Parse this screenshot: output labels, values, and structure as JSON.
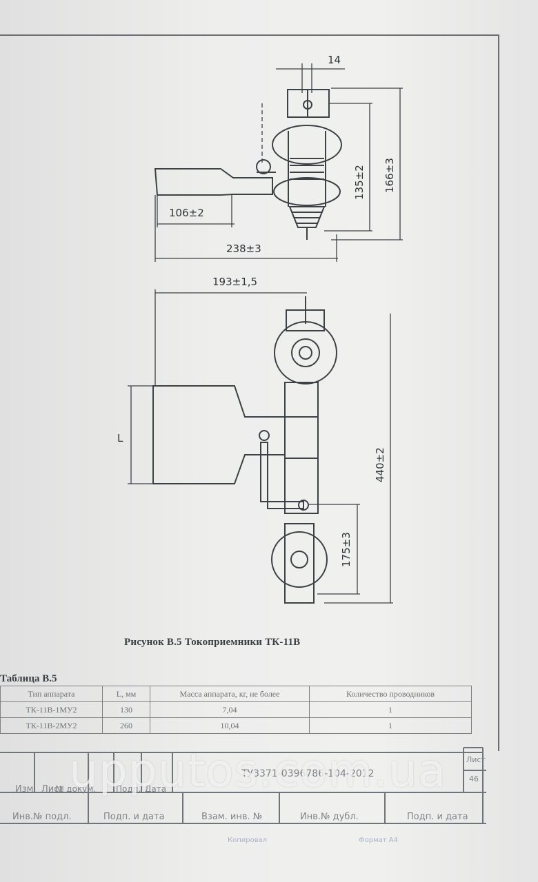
{
  "drawing": {
    "dimensions": {
      "d14": "14",
      "d166": "166±3",
      "d135": "135±2",
      "d106": "106±2",
      "d238": "238±3",
      "d193": "193±1,5",
      "dL": "L",
      "d440": "440±2",
      "d175": "175±3"
    },
    "caption": "Рисунок В.5 Токоприемники ТК-11В"
  },
  "table": {
    "title": "Таблица В.5",
    "headers": [
      "Тип аппарата",
      "L, мм",
      "Масса аппарата, кг, не более",
      "Количество проводников"
    ],
    "rows": [
      [
        "ТК-11В-1МУ2",
        "130",
        "7,04",
        "1"
      ],
      [
        "ТК-11В-2МУ2",
        "260",
        "10,04",
        "1"
      ]
    ]
  },
  "title_block": {
    "doc_code": "ТУ3371-0396786-104-2012",
    "sheet_label": "Лист",
    "sheet_number": "46",
    "row1": [
      "Изм",
      "Лист",
      "№ докум.",
      "Подп.",
      "Дата"
    ],
    "row2": [
      "Инв.№ подл.",
      "Подп. и дата",
      "Взам. инв. №",
      "Инв.№ дубл.",
      "Подп. и дата"
    ]
  },
  "watermark": "upputos.com.ua",
  "footer_note": [
    "Копировал",
    "Формат А4"
  ]
}
